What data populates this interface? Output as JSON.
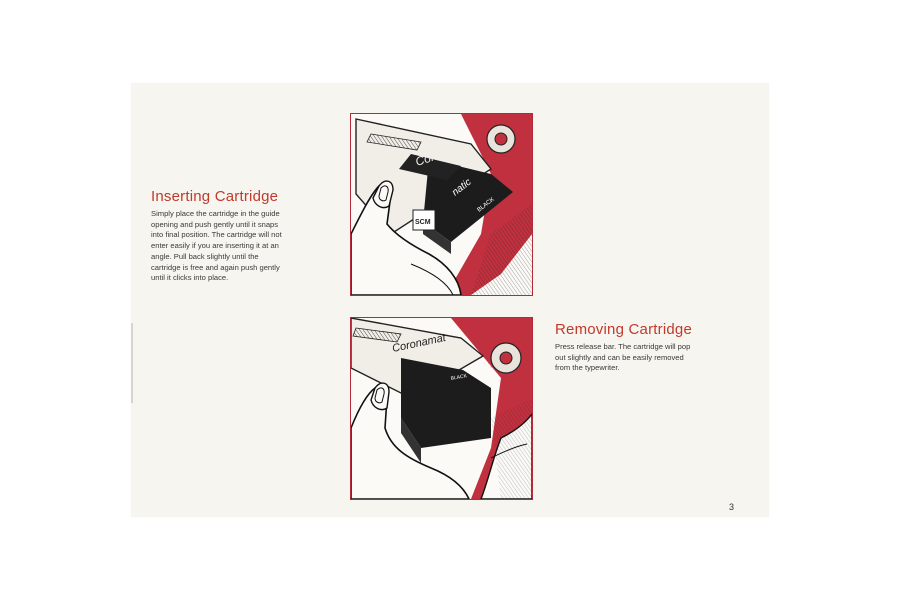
{
  "insert": {
    "heading": "Inserting Cartridge",
    "lines": [
      "Simply place the cartridge in the guide",
      "opening and push gently until it snaps",
      "into final position. The cartridge will not",
      "enter easily if you are inserting it at an",
      "angle. Pull back slightly until the",
      "cartridge is free and again push gently",
      "until it clicks into place."
    ],
    "illustration": {
      "brand_label": "Cor",
      "cartridge_label": "natic",
      "cartridge_code": "BLACK",
      "box_logo": "SCM"
    }
  },
  "remove": {
    "heading": "Removing Cartridge",
    "lines": [
      "Press release bar. The cartridge will pop",
      "out slightly and can be easily removed",
      "from the typewriter."
    ],
    "illustration": {
      "brand_label": "Coronamat",
      "cartridge_code": "BLACK"
    }
  },
  "page_number": "3",
  "colors": {
    "accent": "#c0392b",
    "frame": "#b52a3a",
    "machine_red": "#c0303e",
    "ink": "#1a1a1a",
    "paper": "#f7f5f0"
  }
}
